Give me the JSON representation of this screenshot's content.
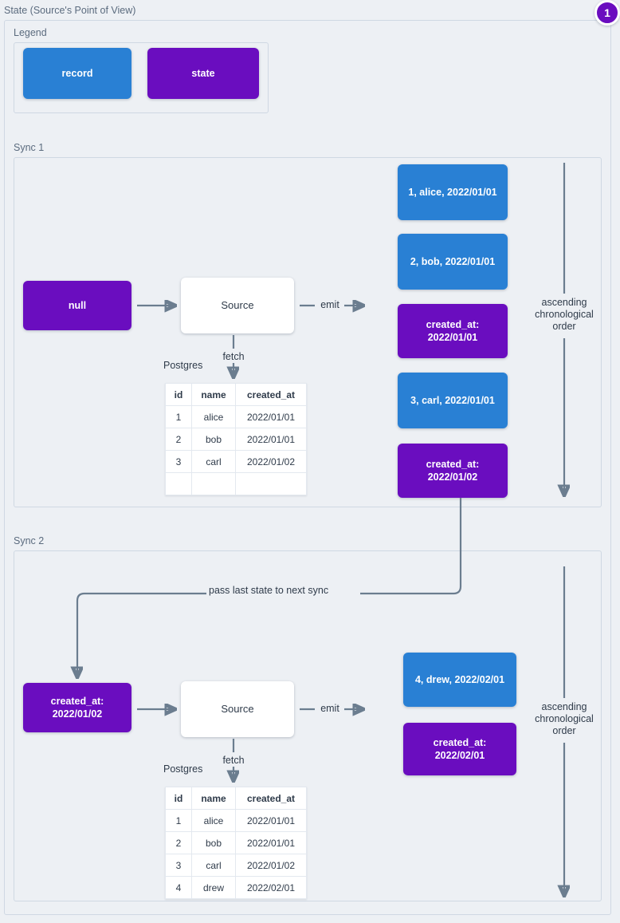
{
  "page": {
    "title": "State (Source's Point of View)",
    "badge": "1"
  },
  "legend": {
    "label": "Legend",
    "items": [
      {
        "label": "record",
        "color": "#2980d4"
      },
      {
        "label": "state",
        "color": "#6a0dbf"
      }
    ]
  },
  "colors": {
    "record": "#2980d4",
    "state": "#6a0dbf",
    "background": "#edf0f4",
    "panel_border": "#cfd8e3",
    "wire": "#6b7d8f",
    "text": "#2f3b4a",
    "label_text": "#5b6b7e"
  },
  "connector_label": "pass last state to next sync",
  "sync1": {
    "label": "Sync 1",
    "input_state": "null",
    "source_label": "Source",
    "emit_label": "emit",
    "fetch_label": "fetch",
    "db_label": "Postgres",
    "order_label": "ascending\nchronological\norder",
    "table": {
      "columns": [
        "id",
        "name",
        "created_at"
      ],
      "rows": [
        [
          "1",
          "alice",
          "2022/01/01"
        ],
        [
          "2",
          "bob",
          "2022/01/01"
        ],
        [
          "3",
          "carl",
          "2022/01/02"
        ],
        [
          "",
          "",
          ""
        ]
      ]
    },
    "emitted": [
      {
        "kind": "record",
        "text": "1, alice, 2022/01/01"
      },
      {
        "kind": "record",
        "text": "2, bob, 2022/01/01"
      },
      {
        "kind": "state",
        "text": "created_at:\n2022/01/01"
      },
      {
        "kind": "record",
        "text": "3, carl, 2022/01/01"
      },
      {
        "kind": "state",
        "text": "created_at:\n2022/01/02"
      }
    ]
  },
  "sync2": {
    "label": "Sync 2",
    "input_state": "created_at:\n2022/01/02",
    "source_label": "Source",
    "emit_label": "emit",
    "fetch_label": "fetch",
    "db_label": "Postgres",
    "order_label": "ascending\nchronological\norder",
    "table": {
      "columns": [
        "id",
        "name",
        "created_at"
      ],
      "rows": [
        [
          "1",
          "alice",
          "2022/01/01"
        ],
        [
          "2",
          "bob",
          "2022/01/01"
        ],
        [
          "3",
          "carl",
          "2022/01/02"
        ],
        [
          "4",
          "drew",
          "2022/02/01"
        ]
      ]
    },
    "emitted": [
      {
        "kind": "record",
        "text": "4, drew, 2022/02/01"
      },
      {
        "kind": "state",
        "text": "created_at:\n2022/02/01"
      }
    ]
  }
}
